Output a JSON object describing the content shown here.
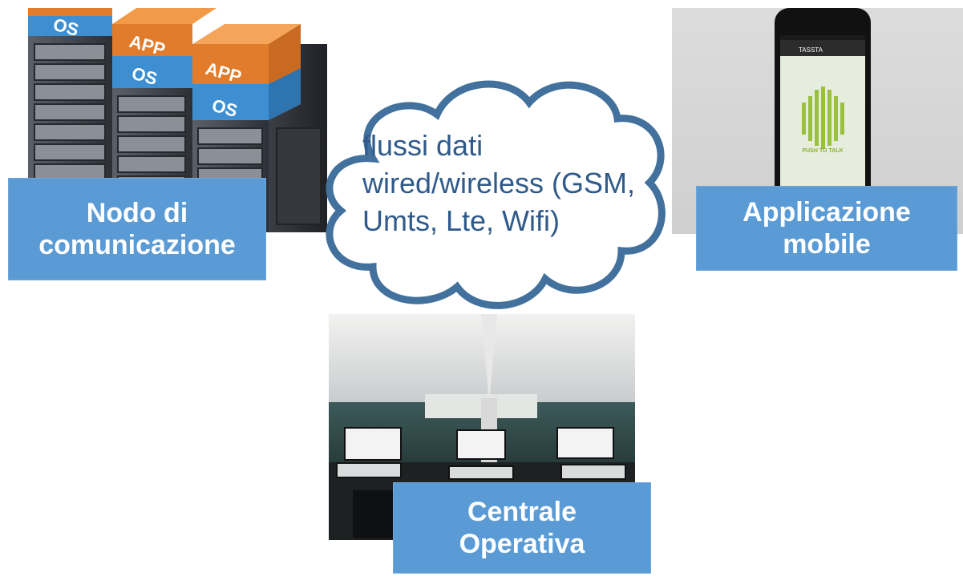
{
  "server": {
    "rack1": {
      "os": "OS"
    },
    "rack2": {
      "app": "APP",
      "os": "OS"
    },
    "rack3": {
      "app": "APP",
      "os": "OS"
    }
  },
  "phone": {
    "app_title": "TASSTA",
    "ptt_label": "PUSH TO TALK"
  },
  "cloud": {
    "line1": "flussi dati",
    "line2": "wired/wireless (GSM,",
    "line3": "Umts, Lte, Wifi)"
  },
  "labels": {
    "nodo": {
      "line1": "Nodo di",
      "line2": "comunicazione"
    },
    "app": {
      "line1": "Applicazione",
      "line2": "mobile"
    },
    "centrale": {
      "line1": "Centrale",
      "line2": "Operativa"
    }
  },
  "colors": {
    "label_bg": "#5b9bd5",
    "cloud_stroke": "#41719c",
    "cloud_text": "#2f5a8a",
    "server_orange": "#e07c2b",
    "server_blue": "#3d8fd1"
  }
}
